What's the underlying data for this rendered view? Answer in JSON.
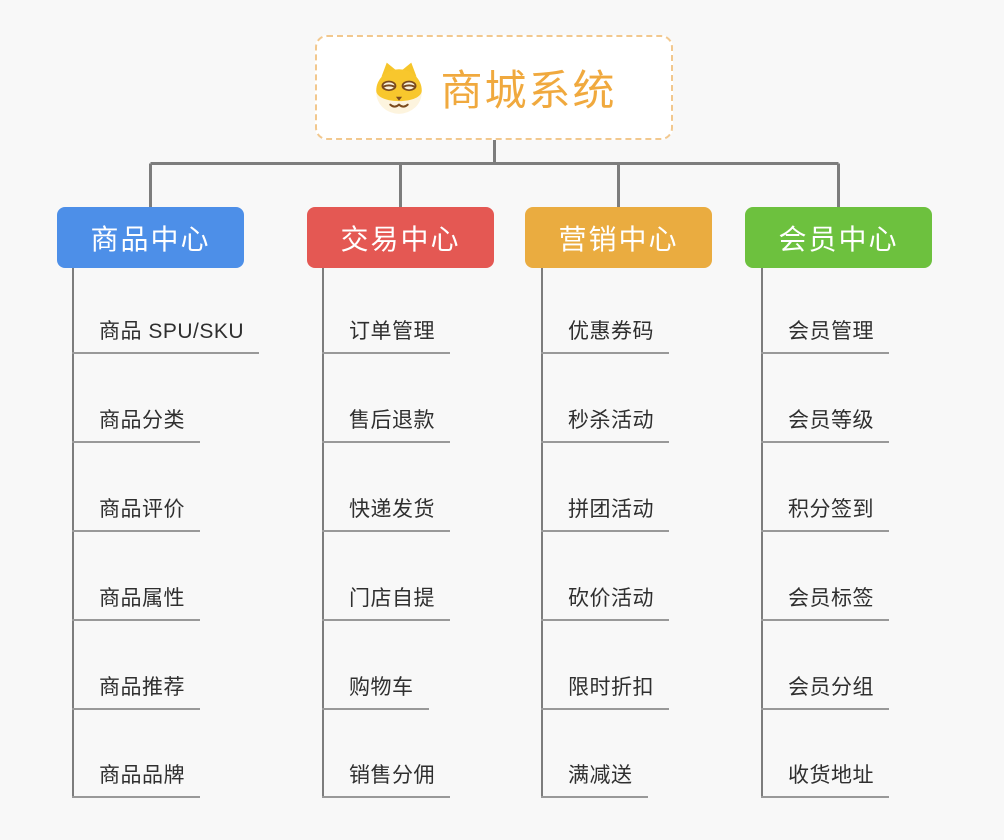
{
  "root": {
    "title": "商城系统",
    "icon": "doge-icon"
  },
  "branches": [
    {
      "label": "商品中心",
      "color": "#4d8fe8",
      "items": [
        "商品 SPU/SKU",
        "商品分类",
        "商品评价",
        "商品属性",
        "商品推荐",
        "商品品牌"
      ]
    },
    {
      "label": "交易中心",
      "color": "#e45853",
      "items": [
        "订单管理",
        "售后退款",
        "快递发货",
        "门店自提",
        "购物车",
        "销售分佣"
      ]
    },
    {
      "label": "营销中心",
      "color": "#eaac40",
      "items": [
        "优惠券码",
        "秒杀活动",
        "拼团活动",
        "砍价活动",
        "限时折扣",
        "满减送"
      ]
    },
    {
      "label": "会员中心",
      "color": "#6dc13e",
      "items": [
        "会员管理",
        "会员等级",
        "积分签到",
        "会员标签",
        "会员分组",
        "收货地址"
      ]
    }
  ],
  "colors": {
    "background": "#f8f8f8",
    "connector_line": "#7d7d7d",
    "item_underline": "#999999",
    "item_text": "#2f2f2f",
    "root_border": "#f2c88e",
    "root_text": "#f0a93e",
    "branch_text": "#ffffff"
  }
}
